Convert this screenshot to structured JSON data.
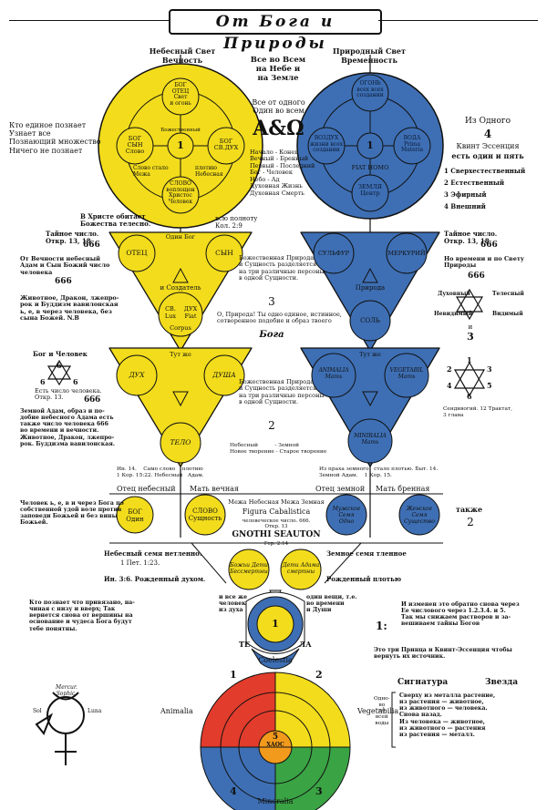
{
  "title": "От Бога и Природы",
  "top": {
    "heaven_label": "Небесный Свет",
    "eternity": "Вечность",
    "nature_label": "Природный Свет",
    "temporality": "Временность",
    "all_in_all": "Все во Всем\nна Небе и\nна Земле",
    "all_from_one": "Все от одного\nОдин во всем",
    "alpha_omega": "A&Ω",
    "pairs": "Начало - Конец\nВечный - Бренный\nПервый - Последний\nБог - Человек\nНебо - Ад\nДуховная Жизнь\nДуховная Смерть",
    "left_note": "Кто единое познает\nУзнает все\nПознающий множество\nНичего не познает",
    "right_from_one": "Из Одного",
    "right_four": "4",
    "quint": "Квинт Эссенция",
    "is_one_and_five": "есть один и пять",
    "list": [
      "1 Сверхестественный",
      "2 Естественный",
      "3 Эфирный",
      "4 Внешний"
    ]
  },
  "gold_circle": {
    "center": "1",
    "ring": "Божественный",
    "top": "БОГ\nОТЕЦ\nСвет\nи огонь",
    "left": "БОГ\nСЫН\nСлово",
    "right": "БОГ\nСВ.ДУХ",
    "bottom": "СЛОВО\nвоплощен\nХристос\nЧеловек",
    "bl": "Слово стало\nМежа",
    "br": "плотию\nНебесная"
  },
  "blue_circle": {
    "center": "1",
    "top": "ОГОНЬ\nвсех всех\nсоздании",
    "left": "ВОЗДУХ\nжизни всех\nсоздании",
    "right": "ВОДА\nPrima\nMateria",
    "bottom": "ЗЕМЛЯ\nЦентр",
    "mid": "FIAT HOMO"
  },
  "row1": {
    "left_quote": "В Христе обитает\nБожества телесно.",
    "left_ref": "всю полноту\nКол. 2:9",
    "secret_l": "Тайное число.\nОткр. 13, 18.",
    "num666": "666",
    "eternity_text": "От Вечности небесный\nАдам и Сын Божий число\nчеловека",
    "beast_text": "Животное, Дракон, лжепро-\nрок и Буддизм вавилонская\nь, е, в через человека, без\nсына Божей. N.B",
    "tri_l": {
      "a": "ОТЕЦ",
      "b": "СЫН",
      "c": "СВ.\nLux",
      "c2": "ДУХ\nFiat",
      "top": "Один  Бог",
      "mid": "и Создатель",
      "bot": "Corpus"
    },
    "tri_r": {
      "a": "СУЛЬФУР",
      "b": "МЕРКУРИЙ",
      "c": "СОЛЬ",
      "mid": "Природа"
    },
    "divine_nature": "Божественная Природа\nи Сущность разделяется\nна три различные персоны\nв одной Сущности.",
    "three": "3",
    "nature_text": "О, Природа! Ты одно единое, истинное,\nсотворенное подобие и образ твоего",
    "god": "Бога",
    "secret_r": "Тайное число.\nОткр. 13, 18.",
    "time_text": "Но времени и по Свету\nПрироды",
    "hexagram_top": "Духовный",
    "hexagram_tr": "Телесный",
    "hexagram_bl": "Невидимый",
    "hexagram_br": "Видимый",
    "hex_and": "и",
    "hex_three": "3"
  },
  "row2": {
    "god_man": "Бог и Человек",
    "six": [
      "6",
      "6",
      "6"
    ],
    "is_number": "Есть число человека.\nОткр. 13.",
    "earthly_adam": "Земной Адам, образ и по-\nдобие небесного Адама есть\nтакже число человека 666\nво времени и вечности.\nЖивотное, Дракон, лжепро-\nрок. Буддизма вавилонская.",
    "tri_l": {
      "a": "ДУХ",
      "b": "ДУША",
      "c": "ТЕЛО",
      "top": "Тут   же"
    },
    "tri_r": {
      "a": "ANIMALIA\nМать",
      "b": "VEGETABIL\nМать",
      "c": "MINIRALIA\nМать",
      "top": "Тут  же"
    },
    "divine_nature2": "Божественная Природа\nи Сущность разделяется\nна три различные персоны\nв одной Сущности.",
    "two": "2",
    "heaven_earth": "Небесный          - Земной\nНовое творение - Старое творение",
    "hex_nums": [
      "1",
      "2",
      "3",
      "4",
      "5",
      "6"
    ],
    "sendiv": "Сендивогий. 12 Трактат,\n3 глава",
    "ref_l": "Ин. 14.    Само слово    плотию\n1 Кор. 15:22. Небесный   Адам.",
    "ref_r": "Из праха земного   стало плотью. Быт. 14.\nЗемной Адам.    1 Кор. 15."
  },
  "row3": {
    "heavenly_father": "Отец небесный",
    "eternal_mother": "Мать вечная",
    "earthly_father": "Отец земной",
    "mortal_mother": "Мать бренная",
    "god_one": "БОГ\nОдин",
    "word": "СЛОВО\nСущность",
    "male_seed": "Мужское\nСемя\nОдно",
    "female_seed": "Женское\nСемя\nСущество",
    "cab1": "Межа Небесная  Межа Земная",
    "cab2": "Figura Cabalistica",
    "cab3": "человеческое число. 666.\nОткр. 13",
    "gnothi": "GNOTHI SEAUTON",
    "gal": "Гер. 2:14",
    "left_note": "Человек ь, е, в и через Бога по\nсобственной удой воле против\nзаповеди Божьей и без вины\nБожьей.",
    "also": "также",
    "also_two": "2"
  },
  "row4": {
    "heaven_seed": "Небесный семя нетленно.",
    "heaven_ref": "1 Пет. 1:23.",
    "spiritual_birth": "Ин. 3:6.  Рожденный духом.",
    "earth_seed": "Земное семя тленное",
    "flesh_birth": "Рожденный плотью",
    "child_god": "Божьи Дети\nБессмертны",
    "child_adam": "Дети Адама\nсмертны",
    "left_text": "Кто познает что привязано, на-\nчиная с низу и вверх; Так\nвернется снова от вершины на\nоснование и чудеса Бога будут\nтебе понятны.",
    "all_and_all": "и все же\nчеловек\nиз духа",
    "one_name": "один вещи, т.е.\nво времени\nи Души",
    "center": "1",
    "te": "ТЕ",
    "la": "ЛА",
    "right_text": "И изменен это обратно снова через\nЕе числового через 1.2.3.4. и 5.\nТак мы снижаем растворов и за-\nвешиваем тайны Богов",
    "one_dot": "1:",
    "prince_text": "Это три Принца и Квинт-Эссенция чтобы\nвернуть их источник."
  },
  "bottom": {
    "coelestia": "Coelestia",
    "animalia": "Animalia",
    "vegetabilia": "Vegetabilia",
    "mineralia": "Mineralia",
    "q": [
      "1",
      "2",
      "3",
      "4"
    ],
    "center": "5",
    "chaos": "ХАОС",
    "mercur": "Mercur.\nSophic.",
    "sol": "Sol",
    "luna": "Luna",
    "signature": "Сигнатура",
    "star": "Звезда",
    "sig_left": "Одно-\nво\nпо\nвсей\nводы",
    "sig_text": "Сверху из металла растение,\nиз растения — животное,\nиз животного — человека.\nСнова назад.\nИз человека — животное,\nиз животного — растения\nиз растения — металл."
  },
  "colors": {
    "gold": "#f2dc1c",
    "blue": "#3e6fb4",
    "red": "#e23c2c",
    "green": "#3aa344",
    "orange": "#f29a1c"
  }
}
